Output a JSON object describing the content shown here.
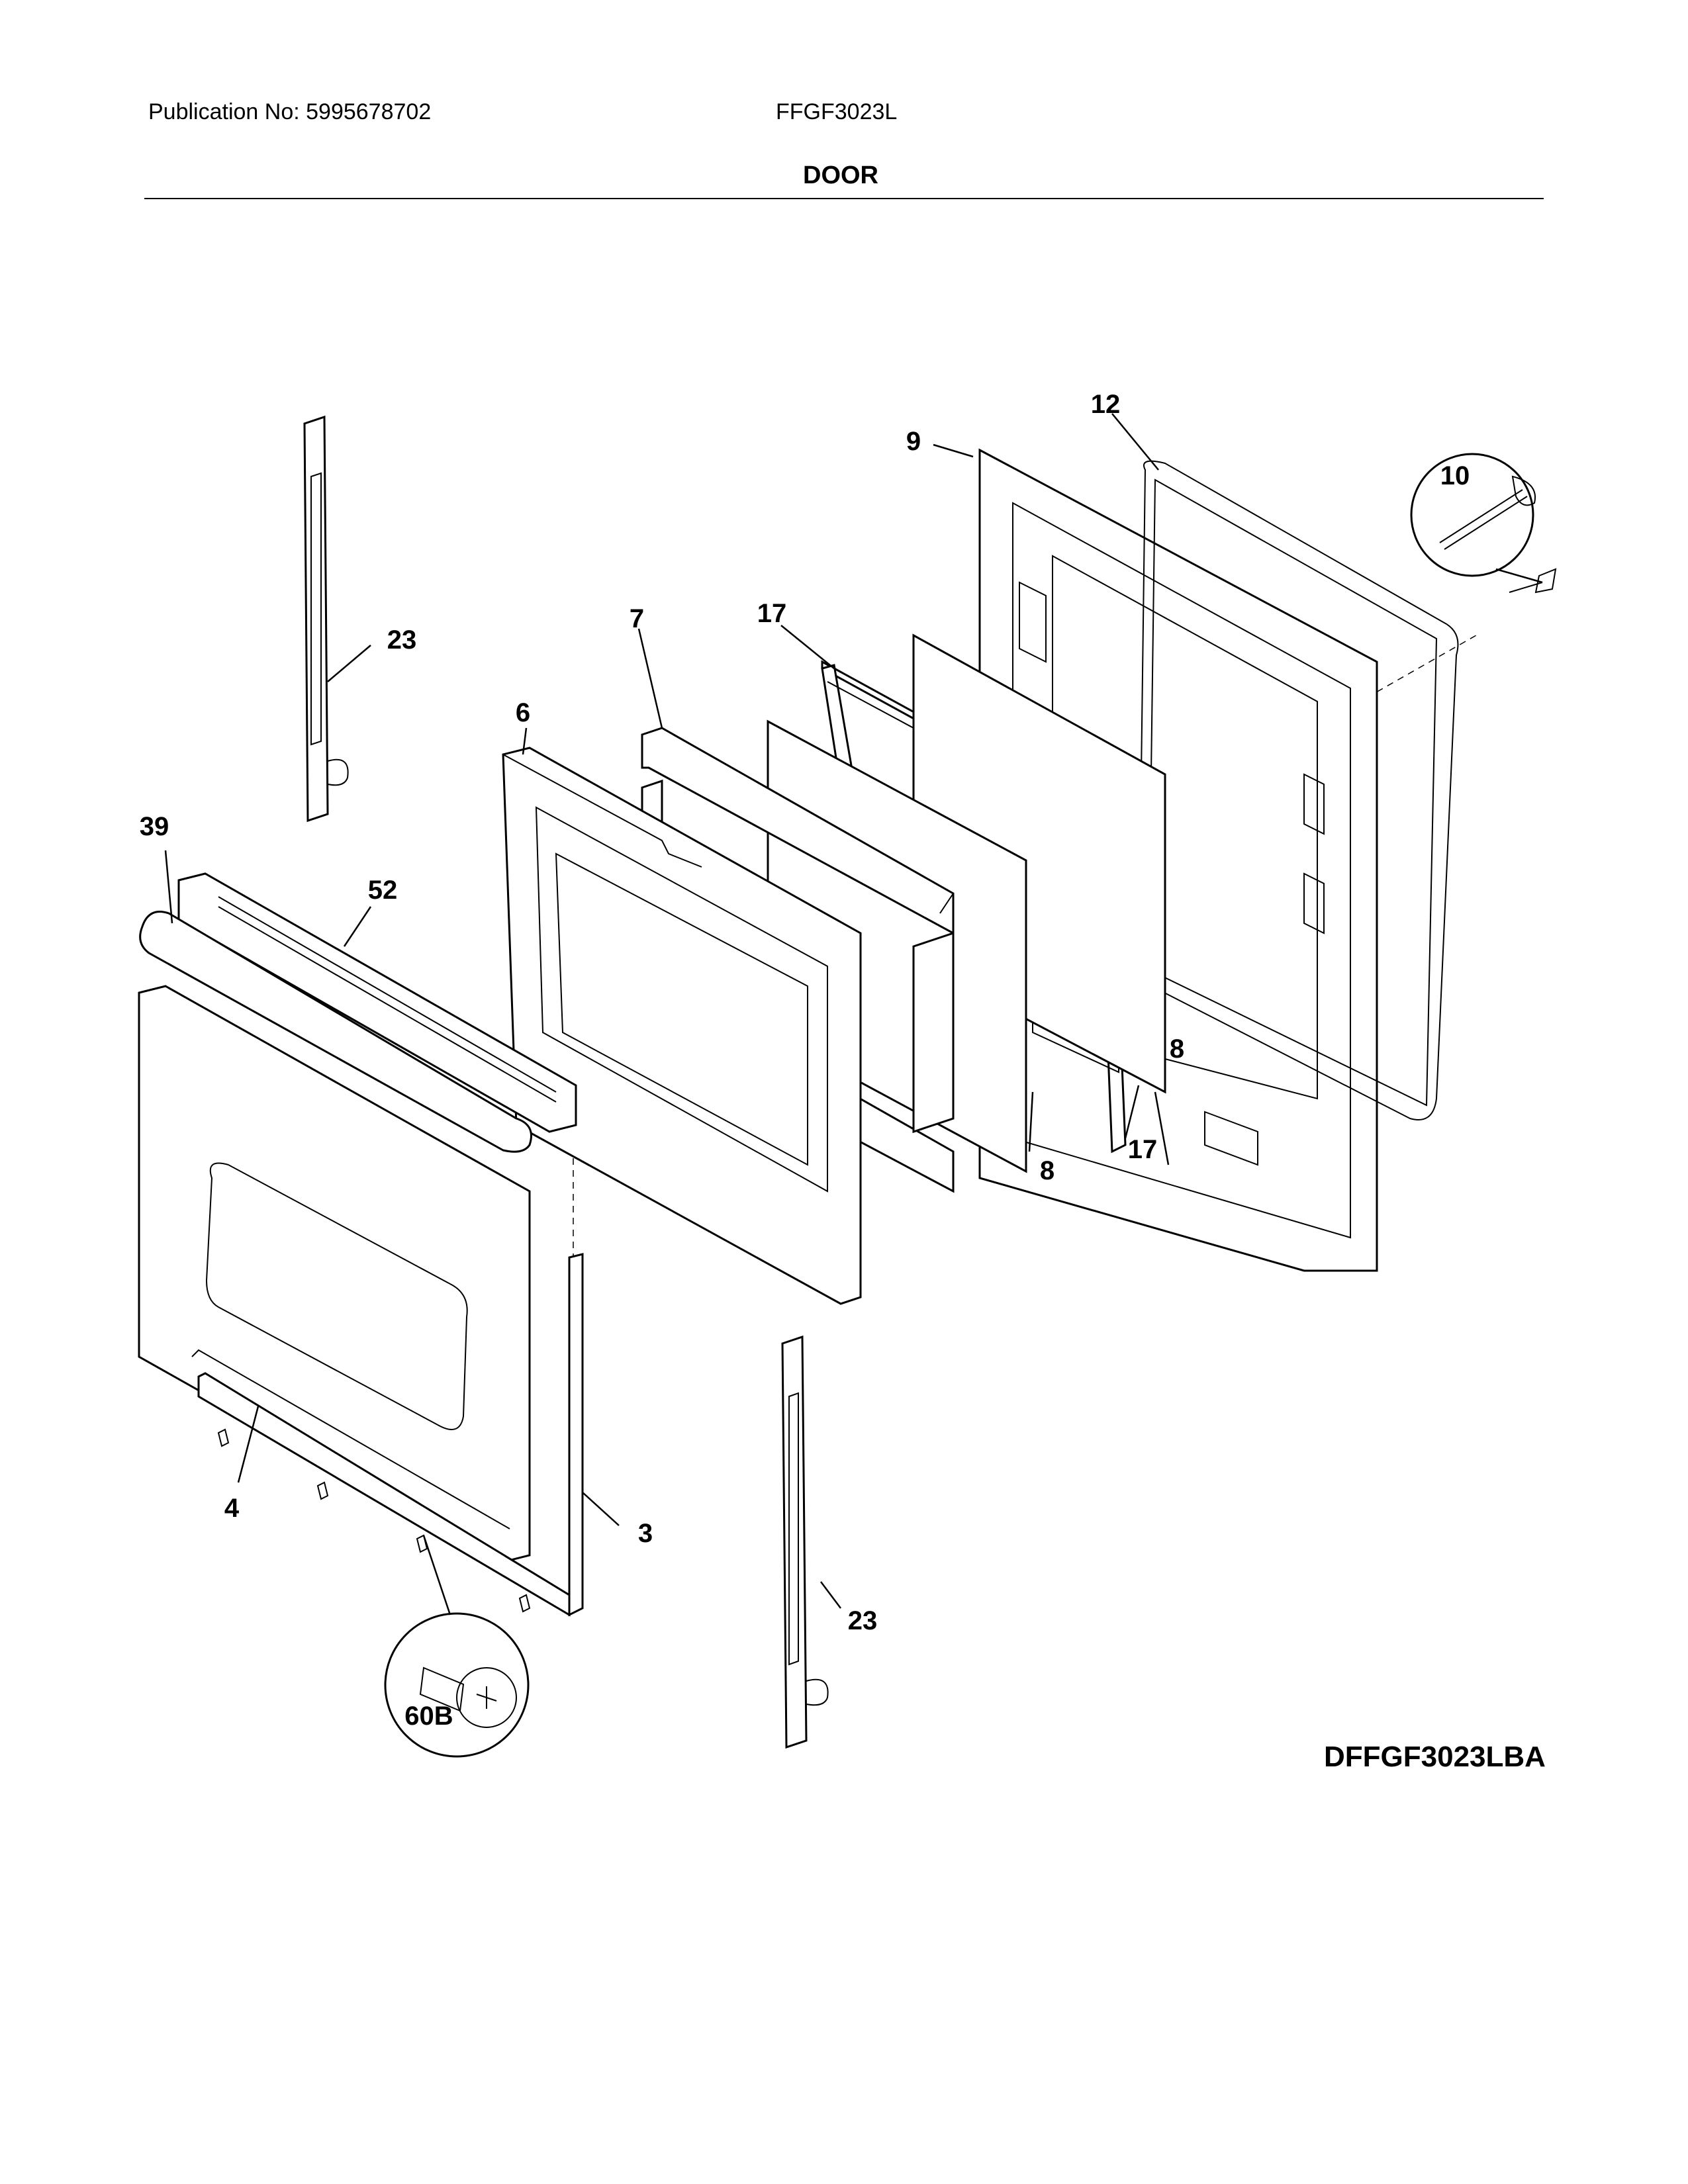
{
  "header": {
    "publication": "Publication No: 5995678702",
    "model": "FFGF3023L",
    "section_title": "DOOR"
  },
  "diagram_code": "DFFGF3023LBA",
  "callouts": {
    "p9": "9",
    "p12": "12",
    "p10": "10",
    "p7": "7",
    "p17a": "17",
    "p6": "6",
    "p23a": "23",
    "p39": "39",
    "p52": "52",
    "p8a": "8",
    "p8b": "8",
    "p17b": "17",
    "p4": "4",
    "p3": "3",
    "p23b": "23",
    "p60b": "60B"
  }
}
